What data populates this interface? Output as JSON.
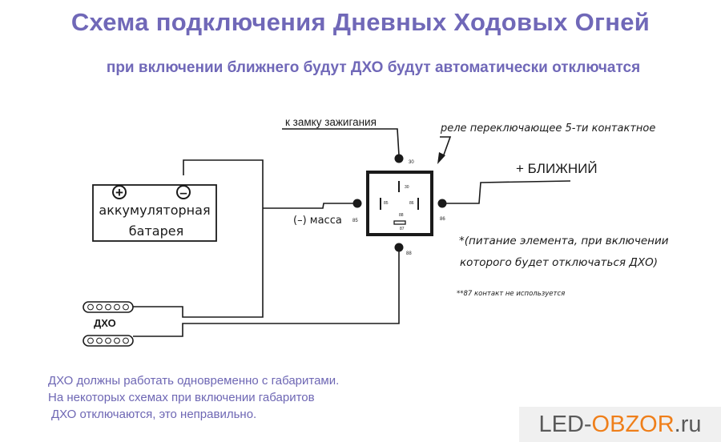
{
  "header": {
    "title": "Схема подключения Дневных Ходовых Огней",
    "subtitle": "при включении ближнего будут ДХО будут автоматически отключатся"
  },
  "diagram": {
    "battery_label_1": "аккумуляторная",
    "battery_label_2": "батарея",
    "plus_sign": "+",
    "minus_sign": "–",
    "ignition_label": "к замку зажигания",
    "relay_label": "реле переключающее 5-ти контактное",
    "low_beam_label": "+ БЛИЖНИЙ",
    "ground_label": "(–) масса",
    "drl_label": "ДХО",
    "pin_30": "30",
    "pin_85": "85",
    "pin_86": "86",
    "pin_88": "88",
    "pin_87": "87",
    "note_power_1": "*(питание элемента, при включении",
    "note_power_2": "которого будет отключаться ДХО)",
    "note_87": "**87 контакт не используется"
  },
  "footer": {
    "note_1": "ДХО должны работать одновременно с габаритами.",
    "note_2": "На некоторых схемах при включении габаритов",
    "note_3": "ДХО отключаются, это неправильно.",
    "logo_part1": "LED-",
    "logo_part2": "OBZOR",
    "logo_part3": ".ru"
  },
  "colors": {
    "title": "#7068b8",
    "note_text": "#6e67b4",
    "logo_accent": "#ef7f1a",
    "logo_text": "#5a5a5a",
    "line": "#1a1a1a"
  }
}
